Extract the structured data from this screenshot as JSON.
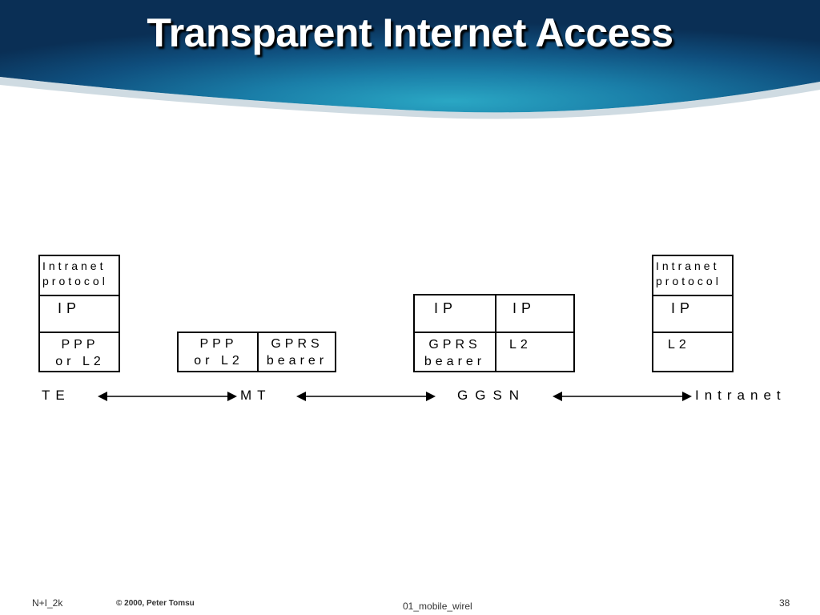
{
  "title": "Transparent Internet Access",
  "stacks": {
    "te": {
      "top": "Intranet\nprotocol",
      "mid": "IP",
      "bottom": "PPP\nor L2"
    },
    "mt": {
      "left": "PPP\nor L2",
      "right": "GPRS\nbearer"
    },
    "ggsn": {
      "ip_left": "IP",
      "ip_right": "IP",
      "bottom_left": "GPRS\nbearer",
      "bottom_right": "L2"
    },
    "intranet": {
      "top": "Intranet\nprotocol",
      "mid": "IP",
      "bottom": "L2"
    }
  },
  "nodes": {
    "te": "TE",
    "mt": "MT",
    "ggsn": "GGSN",
    "intranet": "Intranet"
  },
  "footer": {
    "left": "N+I_2k",
    "copyright": "© 2000, Peter Tomsu",
    "filename": "01_mobile_wirel",
    "page": "38"
  }
}
